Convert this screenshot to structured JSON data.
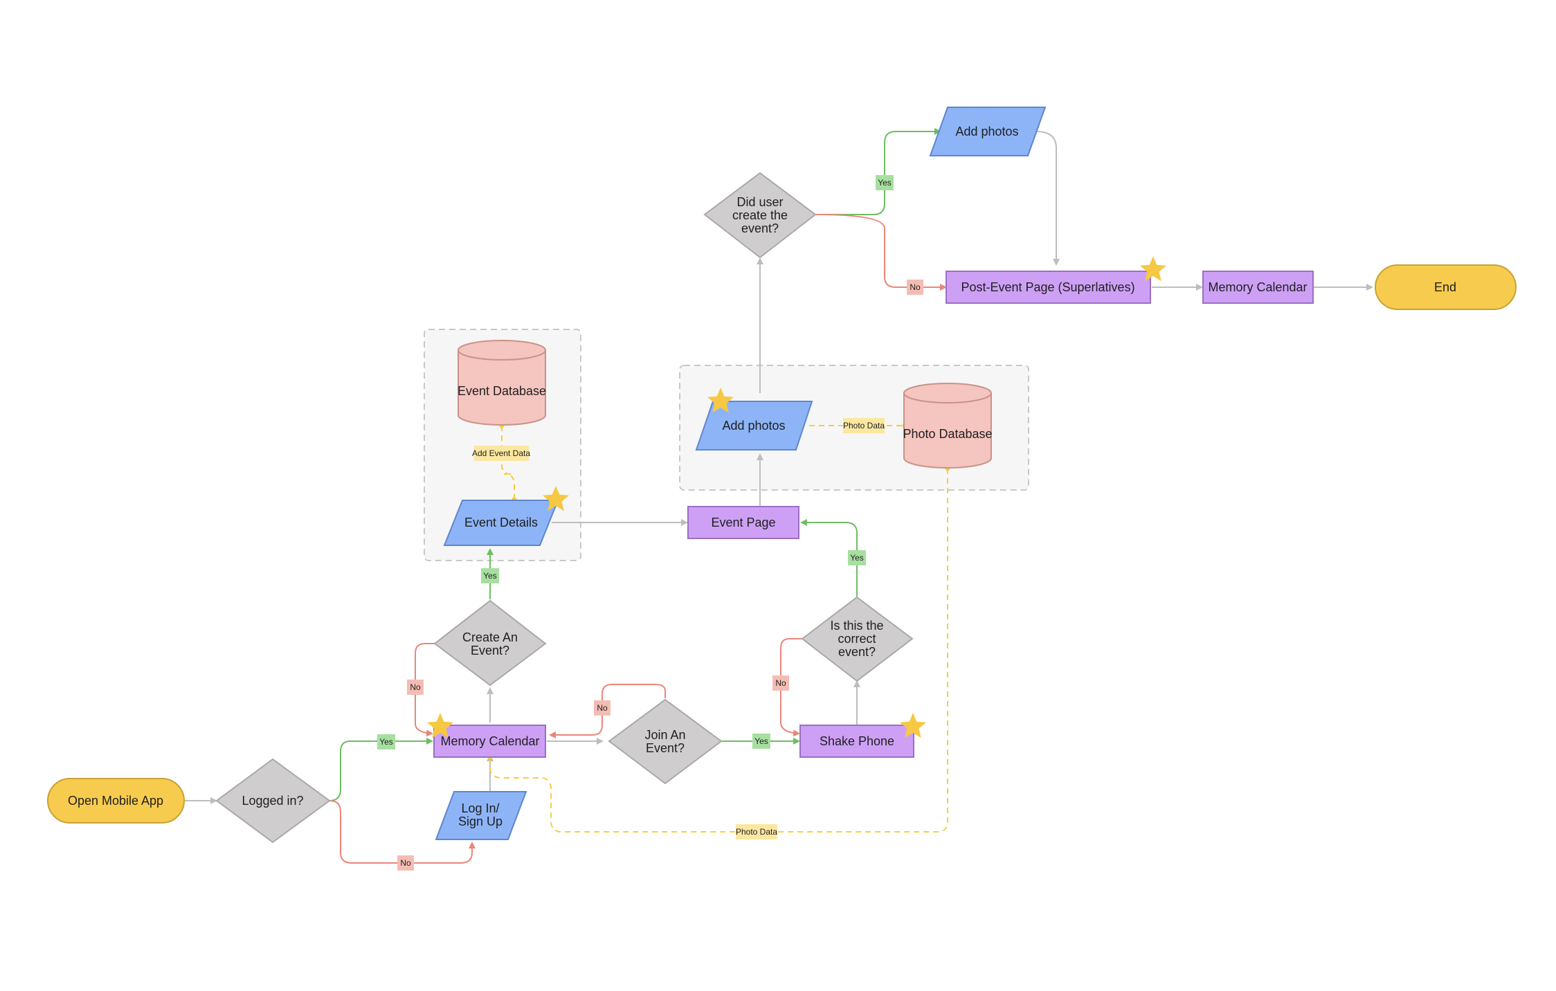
{
  "nodes": {
    "open_app": "Open Mobile App",
    "logged_in": [
      "Logged in?"
    ],
    "login_signup": [
      "Log In/",
      "Sign Up"
    ],
    "memory_calendar_main": "Memory Calendar",
    "create_event": [
      "Create An",
      "Event?"
    ],
    "event_details": "Event Details",
    "event_database": "Event Database",
    "join_event": [
      "Join An",
      "Event?"
    ],
    "shake_phone": "Shake Phone",
    "correct_event": [
      "Is this the",
      "correct",
      "event?"
    ],
    "event_page": "Event Page",
    "add_photos_1": "Add photos",
    "photo_database": "Photo Database",
    "did_user_create": [
      "Did user",
      "create the",
      "event?"
    ],
    "add_photos_2": "Add photos",
    "post_event_page": "Post-Event Page (Superlatives)",
    "memory_calendar_end": "Memory Calendar",
    "end": "End"
  },
  "edge_labels": {
    "yes": "Yes",
    "no": "No",
    "add_event_data": "Add Event Data",
    "photo_data": "Photo Data"
  },
  "colors": {
    "terminal": "#F7CB4D",
    "process": "#CDA0F5",
    "decision": "#CFCDCD",
    "io": "#8DB4F7",
    "database": "#F5C5BF",
    "yes_line": "#6DBE62",
    "no_line": "#E8867A",
    "neutral_line": "#BDBDBD",
    "data_line": "#F5CE3E",
    "star": "#F6C843"
  }
}
